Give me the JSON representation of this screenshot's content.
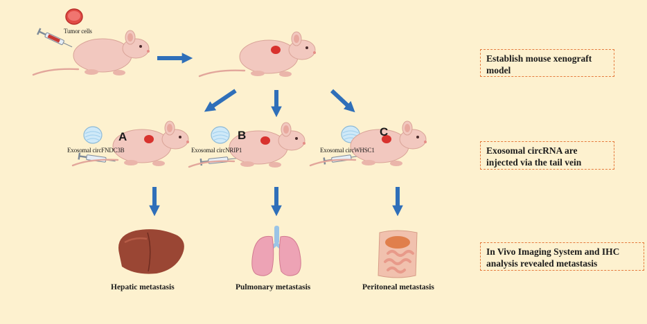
{
  "steps": [
    "Establish mouse xenograft model",
    "Exosomal circRNA are injected via the tail vein",
    "In Vivo Imaging System and IHC analysis revealed metastasis"
  ],
  "tumor_label": "Tumor cells",
  "groups": [
    {
      "letter": "A",
      "injection": "Exosomal circFNDC3B",
      "outcome": "Hepatic metastasis"
    },
    {
      "letter": "B",
      "injection": "Exosomal circNRIP1",
      "outcome": "Pulmonary metastasis"
    },
    {
      "letter": "C",
      "injection": "Exosomal circWHSC1",
      "outcome": "Peritoneal metastasis"
    }
  ],
  "colors": {
    "background": "#fdf1cf",
    "arrow": "#2f6fb9",
    "box_border": "#e57a3c",
    "mouse": "#f2c8bf",
    "tumor": "#d8322e"
  }
}
